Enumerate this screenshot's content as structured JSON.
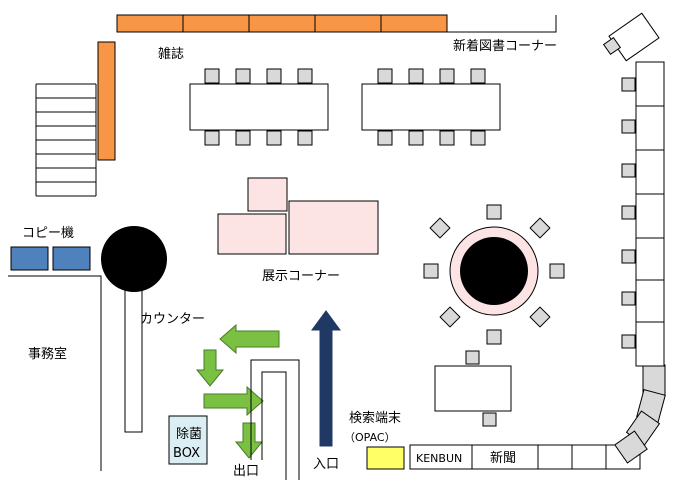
{
  "labels": {
    "magazines": "雑誌",
    "new_books_corner": "新着図書コーナー",
    "copier": "コピー機",
    "office": "事務室",
    "counter": "カウンター",
    "exhibit_corner": "展示コーナー",
    "sterilizer_line1": "除菌",
    "sterilizer_line2": "BOX",
    "exit": "出口",
    "entrance": "入口",
    "search_terminal": "検索端末",
    "opac": "（OPAC）",
    "kenbun": "KENBUN",
    "newspaper": "新聞"
  },
  "colors": {
    "shelf_orange": "#f79646",
    "copier_blue": "#4f81bd",
    "exhibit_pink": "#fde4e4",
    "table_ring_pink": "#fce4e4",
    "chair_gray": "#d9d9d9",
    "arrow_green": "#7ac143",
    "arrow_navy": "#1f3864",
    "opac_yellow": "#ffff66",
    "sterilizer_bg": "#dbeef4",
    "black": "#000000"
  }
}
